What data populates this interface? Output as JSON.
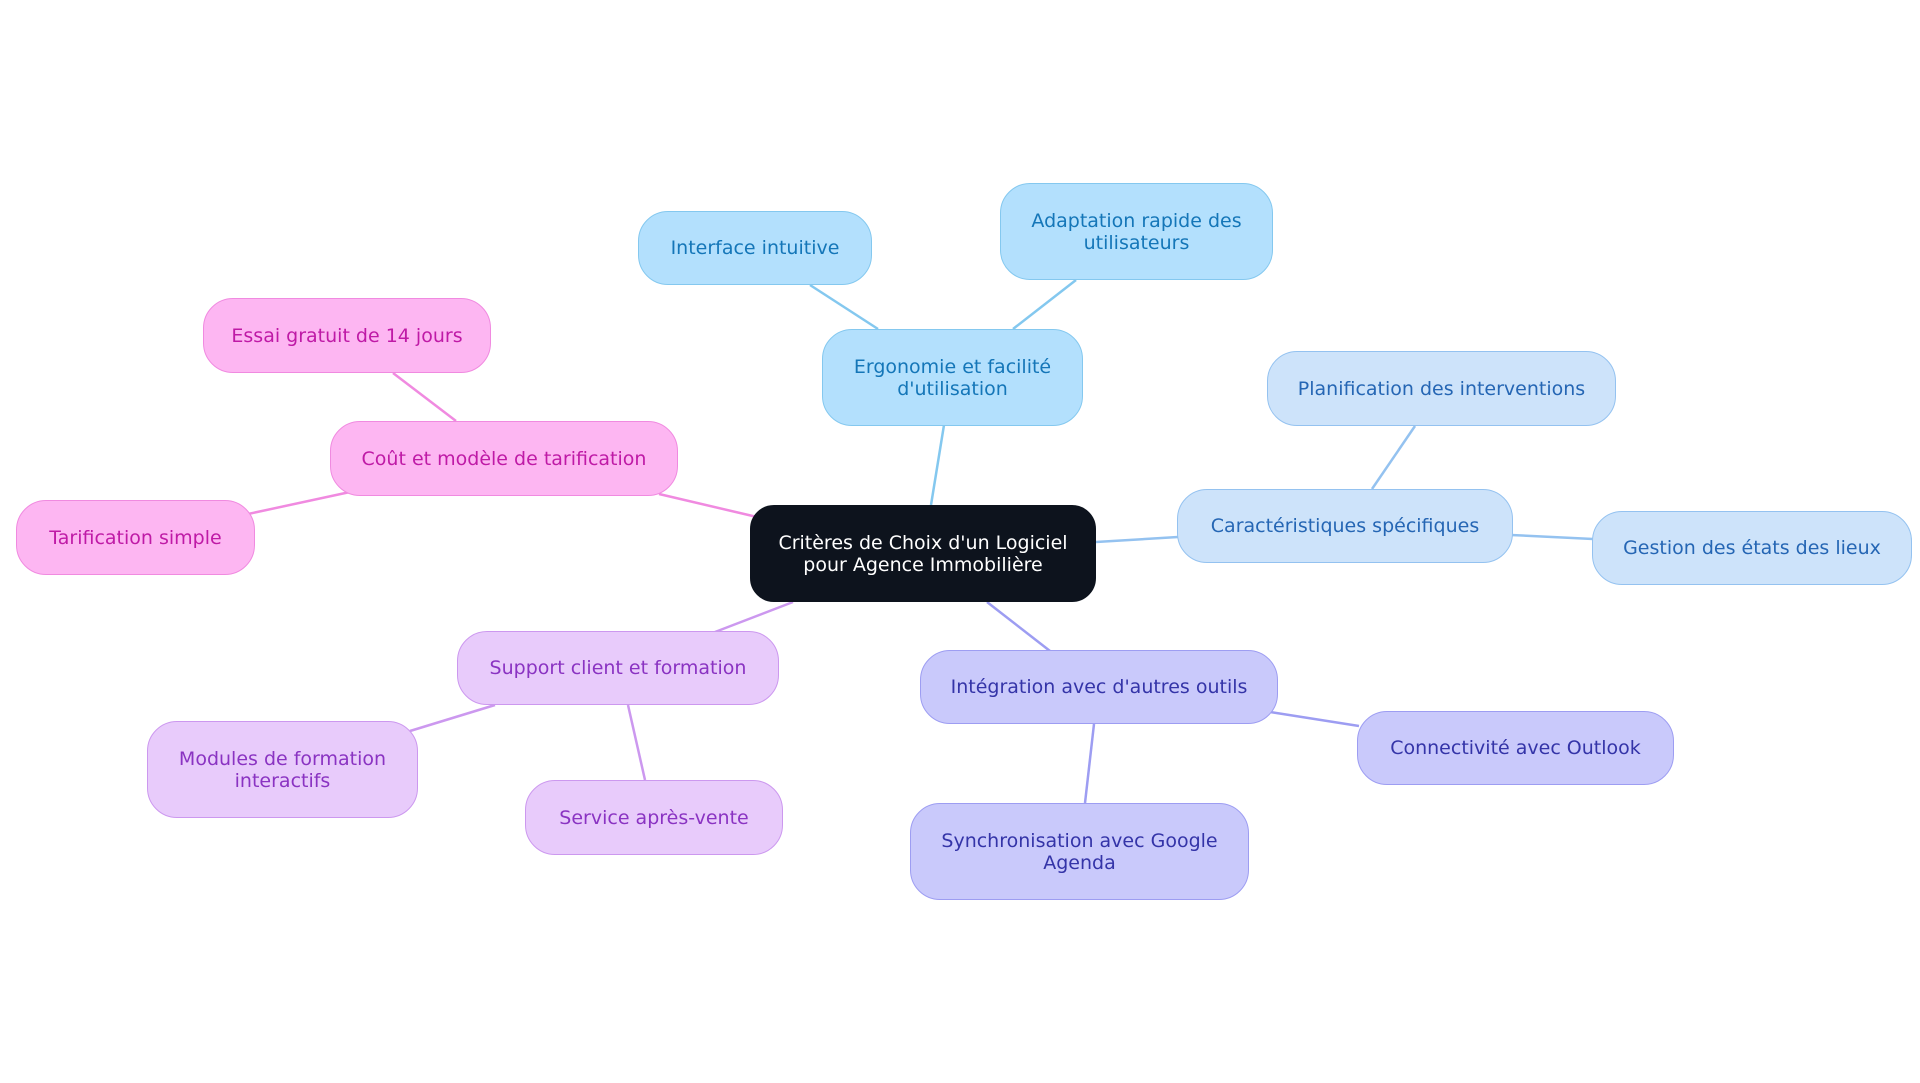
{
  "diagram": {
    "root": {
      "label": "Critères de Choix d'un Logiciel pour Agence Immobilière"
    },
    "branches": [
      {
        "id": "ergonomie",
        "label": "Ergonomie et facilité d'utilisation",
        "color": "#84c8ef",
        "children": [
          {
            "label": "Interface intuitive"
          },
          {
            "label": "Adaptation rapide des utilisateurs"
          }
        ]
      },
      {
        "id": "caracteristiques",
        "label": "Caractéristiques spécifiques",
        "color": "#94c2f0",
        "children": [
          {
            "label": "Planification des interventions"
          },
          {
            "label": "Gestion des états des lieux"
          }
        ]
      },
      {
        "id": "integration",
        "label": "Intégration avec d'autres outils",
        "color": "#9d9df2",
        "children": [
          {
            "label": "Connectivité avec Outlook"
          },
          {
            "label": "Synchronisation avec Google Agenda"
          }
        ]
      },
      {
        "id": "support",
        "label": "Support client et formation",
        "color": "#cc98ef",
        "children": [
          {
            "label": "Modules de formation interactifs"
          },
          {
            "label": "Service après-vente"
          }
        ]
      },
      {
        "id": "cout",
        "label": "Coût et modèle de tarification",
        "color": "#f08ae0",
        "children": [
          {
            "label": "Essai gratuit de 14 jours"
          },
          {
            "label": "Tarification simple"
          }
        ]
      }
    ]
  }
}
